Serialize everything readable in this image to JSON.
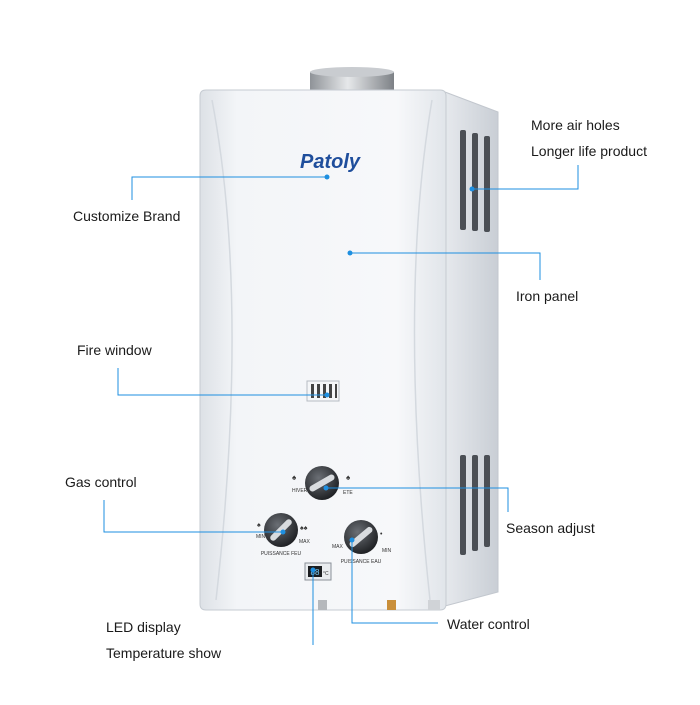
{
  "product": {
    "brand_logo": "Patoly",
    "knobs": {
      "season": {
        "left_text": "HIVER",
        "right_text": "ETE"
      },
      "gas": {
        "min_text": "MIN",
        "max_text": "MAX",
        "caption": "PUISSANCE FEU"
      },
      "water": {
        "min_text": "MAX",
        "max_text": "MIN",
        "caption": "PUISSANCE EAU"
      }
    },
    "display": {
      "value": "88",
      "unit": "°C"
    }
  },
  "callouts": {
    "air_holes": "More air holes",
    "longer_life": "Longer life product",
    "customize_brand": "Customize Brand",
    "iron_panel": "Iron panel",
    "fire_window": "Fire window",
    "gas_control": "Gas control",
    "season_adjust": "Season adjust",
    "led_display": "LED display",
    "water_control": "Water control",
    "temperature_show": "Temperature show"
  },
  "colors": {
    "callout_line": "#1e8fe0",
    "dot": "#1e8fe0",
    "panel": "#eef1f5",
    "panel_side": "#dfe3e8",
    "logo": "#1f4e9c"
  }
}
